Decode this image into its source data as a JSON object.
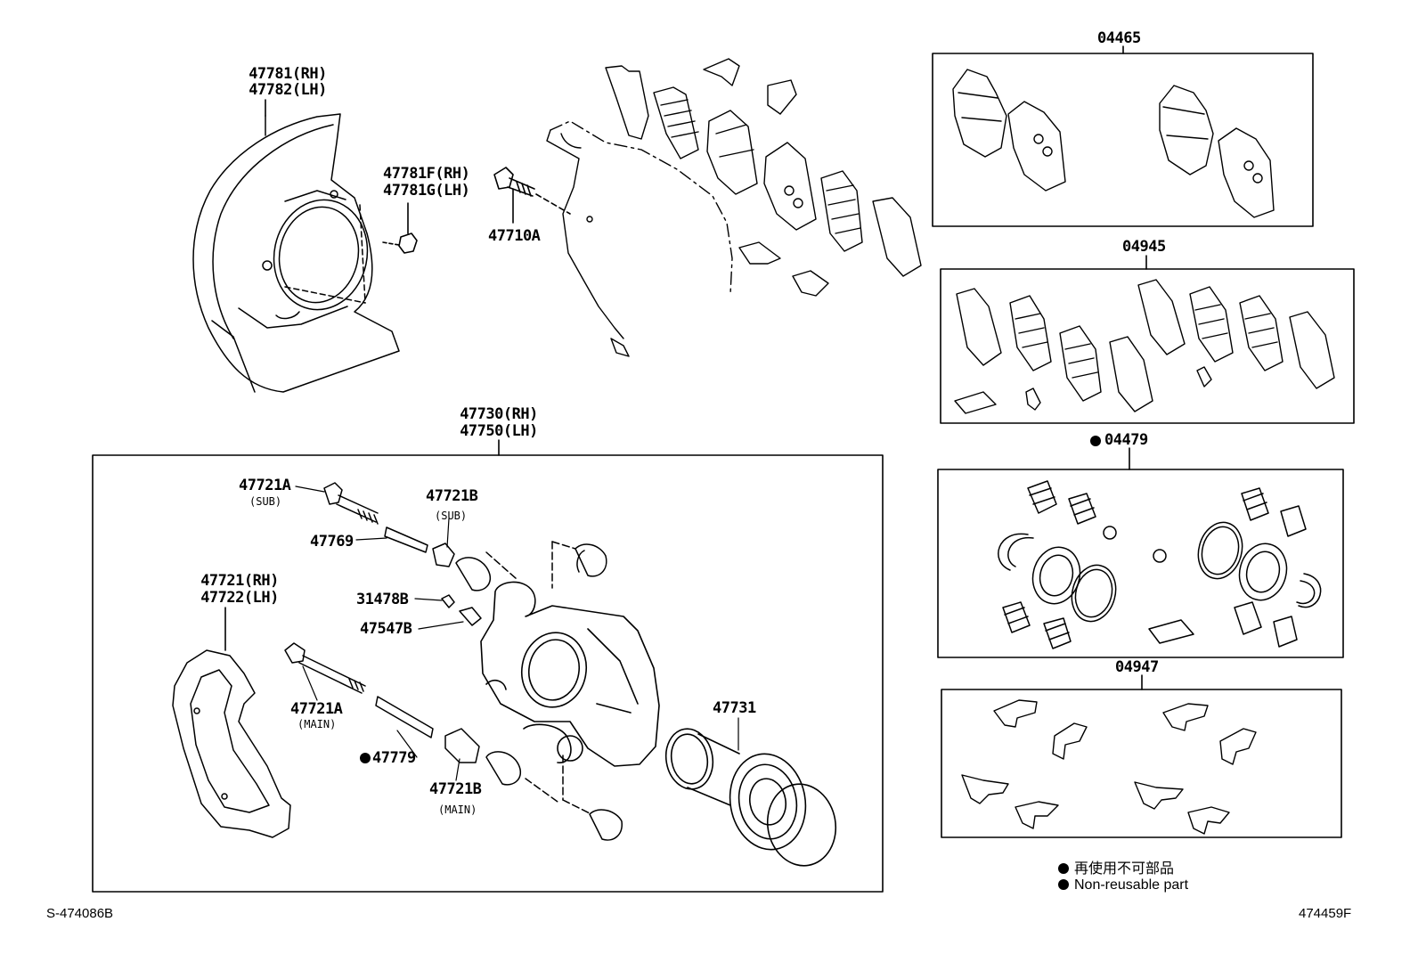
{
  "labels": {
    "p47781": "47781(RH)",
    "p47782": "47782(LH)",
    "p47781F": "47781F(RH)",
    "p47781G": "47781G(LH)",
    "p47710A": "47710A",
    "p04465": "04465",
    "p04945": "04945",
    "p04479": "04479",
    "p04947": "04947",
    "p47730": "47730(RH)",
    "p47750": "47750(LH)",
    "p47721A_sub": "47721A",
    "sub1": "(SUB)",
    "p47721B_sub": "47721B",
    "sub2": "(SUB)",
    "p47769": "47769",
    "p31478B": "31478B",
    "p47547B": "47547B",
    "p47721": "47721(RH)",
    "p47722": "47722(LH)",
    "p47721A_main": "47721A",
    "main1": "(MAIN)",
    "p47779": "47779",
    "p47721B_main": "47721B",
    "main2": "(MAIN)",
    "p47731": "47731"
  },
  "legend": {
    "jp": "再使用不可部品",
    "en": "Non-reusable part"
  },
  "codes": {
    "left": "S-474086B",
    "right": "474459F"
  }
}
